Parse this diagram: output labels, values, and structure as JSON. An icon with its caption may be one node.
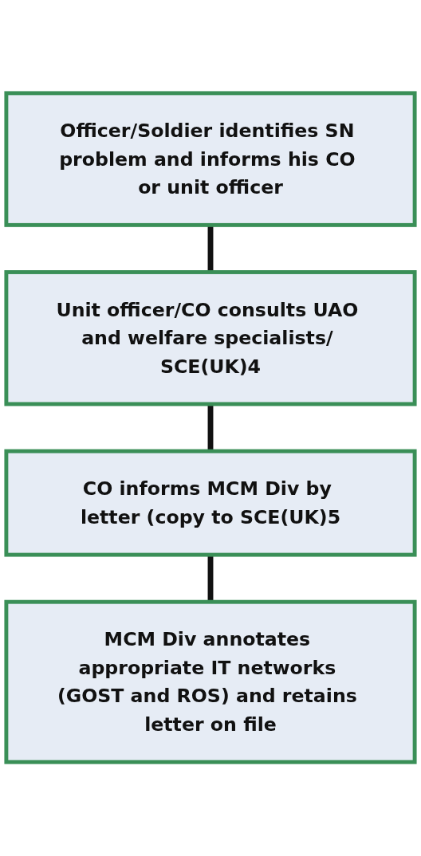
{
  "diagram": {
    "nodes": [
      {
        "text": [
          "Officer/Soldier identifies SN problem and informs his CO or unit officer"
        ]
      },
      {
        "text": [
          "Unit officer/CO consults UAO and welfare specialists/ SCE(UK)4"
        ]
      },
      {
        "text": [
          "CO informs MCM Div by letter (copy to SCE(UK)5"
        ]
      },
      {
        "text": [
          "MCM Div annotates appropriate IT networks (GOST and ROS) and retains letter on file"
        ]
      }
    ],
    "edges": [
      {
        "from": 0,
        "to": 1,
        "arrow": "none"
      },
      {
        "from": 1,
        "to": 2,
        "arrow": "none"
      },
      {
        "from": 2,
        "to": 3,
        "arrow": "none"
      }
    ]
  }
}
